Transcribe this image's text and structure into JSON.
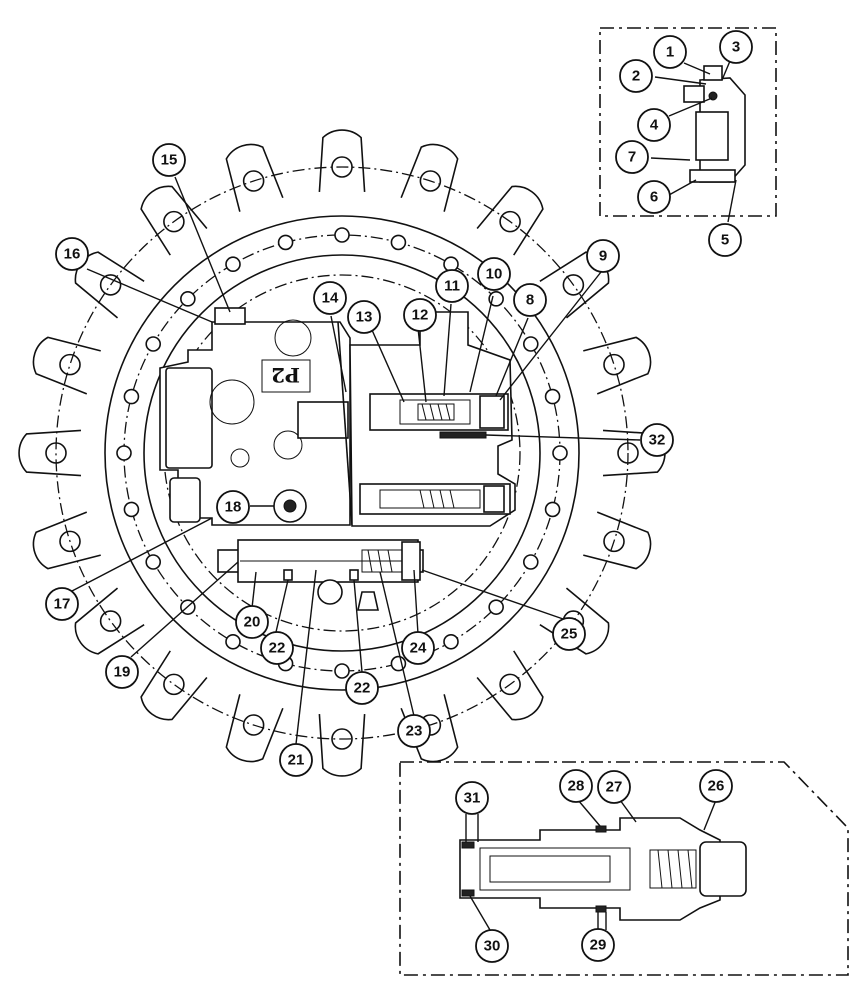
{
  "figure": {
    "valve_stamp": "P2",
    "callouts": [
      {
        "id": "c1",
        "label": "1"
      },
      {
        "id": "c2",
        "label": "2"
      },
      {
        "id": "c3",
        "label": "3"
      },
      {
        "id": "c4",
        "label": "4"
      },
      {
        "id": "c5",
        "label": "5"
      },
      {
        "id": "c6",
        "label": "6"
      },
      {
        "id": "c7",
        "label": "7"
      },
      {
        "id": "c8",
        "label": "8"
      },
      {
        "id": "c9",
        "label": "9"
      },
      {
        "id": "c10",
        "label": "10"
      },
      {
        "id": "c11",
        "label": "11"
      },
      {
        "id": "c12",
        "label": "12"
      },
      {
        "id": "c13",
        "label": "13"
      },
      {
        "id": "c14",
        "label": "14"
      },
      {
        "id": "c15",
        "label": "15"
      },
      {
        "id": "c16",
        "label": "16"
      },
      {
        "id": "c17",
        "label": "17"
      },
      {
        "id": "c18",
        "label": "18"
      },
      {
        "id": "c19",
        "label": "19"
      },
      {
        "id": "c20",
        "label": "20"
      },
      {
        "id": "c21",
        "label": "21"
      },
      {
        "id": "c22a",
        "label": "22"
      },
      {
        "id": "c22b",
        "label": "22"
      },
      {
        "id": "c23",
        "label": "23"
      },
      {
        "id": "c24",
        "label": "24"
      },
      {
        "id": "c25",
        "label": "25"
      },
      {
        "id": "c26",
        "label": "26"
      },
      {
        "id": "c27",
        "label": "27"
      },
      {
        "id": "c28",
        "label": "28"
      },
      {
        "id": "c29",
        "label": "29"
      },
      {
        "id": "c30",
        "label": "30"
      },
      {
        "id": "c31",
        "label": "31"
      },
      {
        "id": "c32",
        "label": "32"
      }
    ]
  }
}
